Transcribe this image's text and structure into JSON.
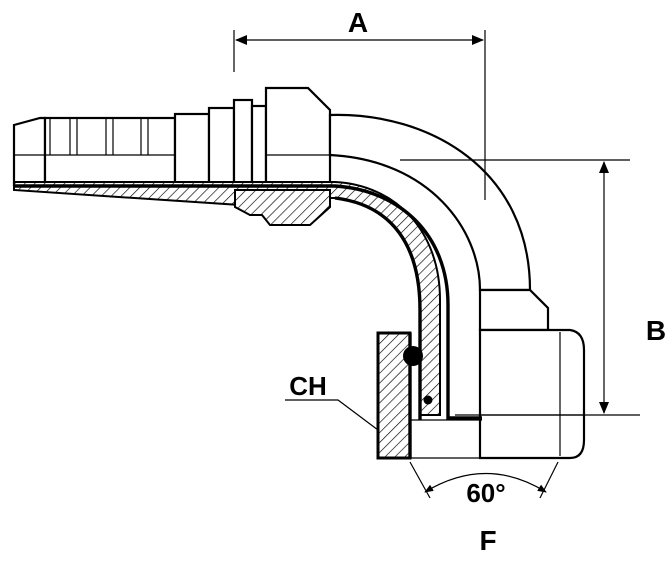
{
  "diagram": {
    "labels": {
      "a": "A",
      "b": "B",
      "ch": "CH",
      "angle": "60°",
      "f": "F"
    }
  }
}
